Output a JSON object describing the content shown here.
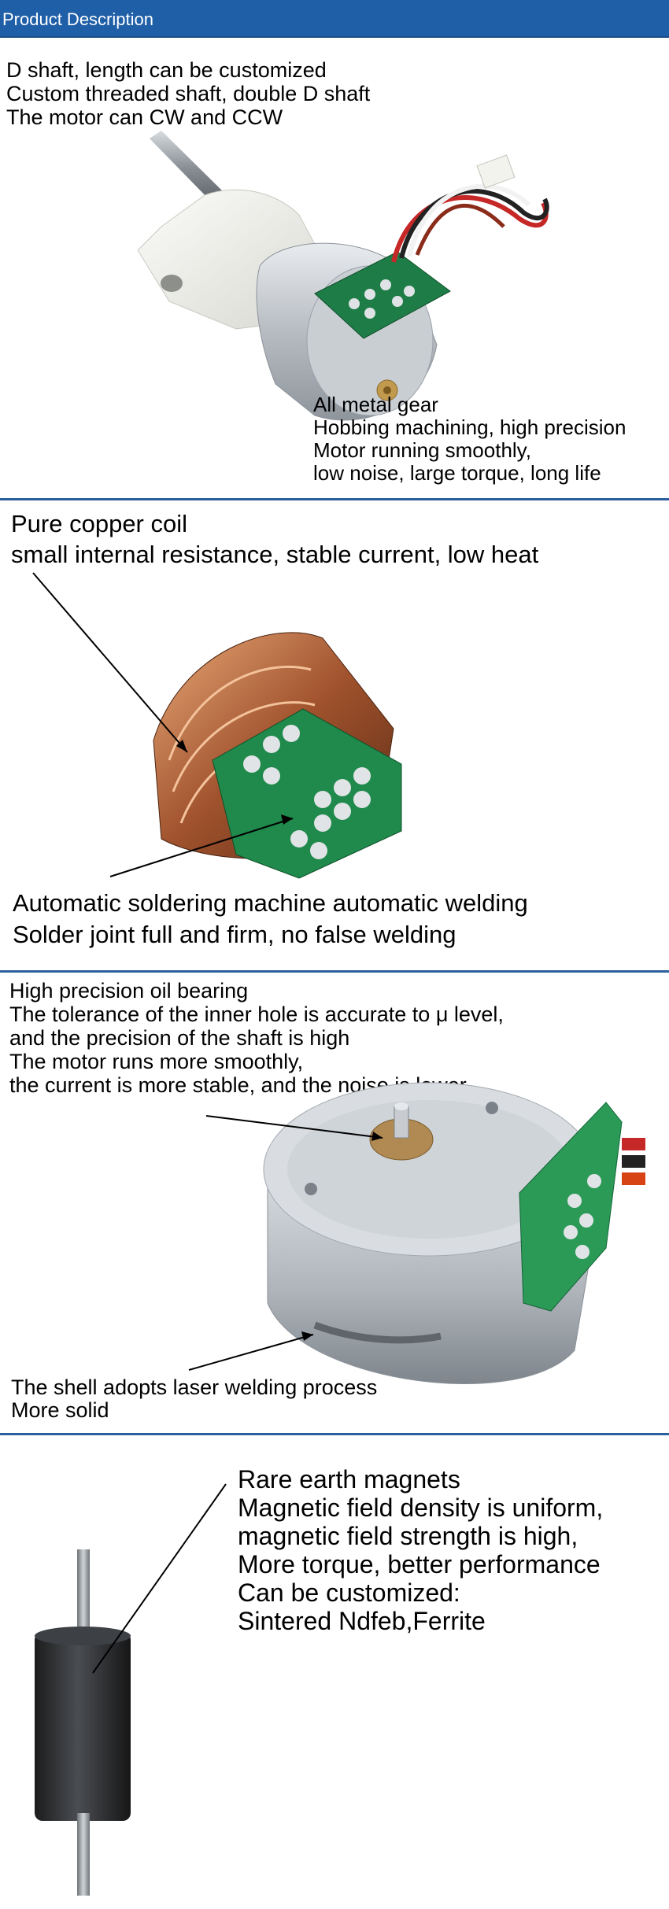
{
  "header": {
    "title": "Product Description"
  },
  "section1": {
    "top_lines": [
      "D shaft, length can be customized",
      "Custom threaded shaft, double D shaft",
      "The motor can CW and CCW"
    ],
    "bottom_lines": [
      "All metal gear",
      "Hobbing machining, high precision",
      "Motor running smoothly,",
      "low noise, large torque, long life"
    ]
  },
  "section2": {
    "top_lines": [
      "Pure copper coil",
      "small internal resistance, stable current, low heat"
    ],
    "bottom_lines": [
      "Automatic soldering machine automatic welding",
      "Solder joint full and firm, no false welding"
    ]
  },
  "section3": {
    "top_lines": [
      "High precision oil bearing",
      "The tolerance of the inner hole is accurate to μ level,",
      "and the precision of the shaft is high",
      "The motor runs more smoothly,",
      "the current is more stable, and the noise is lower"
    ],
    "bottom_lines": [
      "The shell adopts laser welding process",
      "More solid"
    ]
  },
  "section4": {
    "lines": [
      "Rare earth magnets",
      "Magnetic field density is uniform,",
      "magnetic field strength is high,",
      "More torque, better performance",
      "Can be customized:",
      "Sintered Ndfeb,Ferrite"
    ]
  }
}
